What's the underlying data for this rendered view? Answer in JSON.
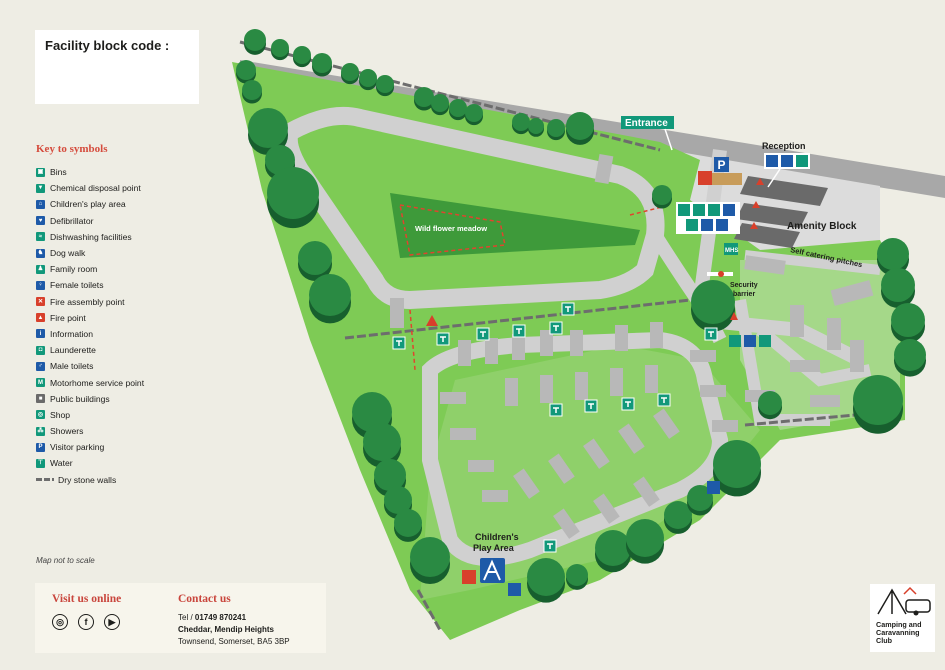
{
  "code_box": {
    "title": "Facility block code :"
  },
  "key": {
    "title": "Key to symbols",
    "items": [
      {
        "label": "Bins",
        "icon": "bin-icon",
        "glyph": "▣",
        "color": "g"
      },
      {
        "label": "Chemical disposal point",
        "icon": "chemical-disposal-icon",
        "glyph": "▼",
        "color": "g"
      },
      {
        "label": "Children's play area",
        "icon": "play-area-icon",
        "glyph": "⌂",
        "color": "b"
      },
      {
        "label": "Defibrillator",
        "icon": "defibrillator-icon",
        "glyph": "♥",
        "color": "b"
      },
      {
        "label": "Dishwashing facilities",
        "icon": "dishwashing-icon",
        "glyph": "≈",
        "color": "g"
      },
      {
        "label": "Dog walk",
        "icon": "dog-walk-icon",
        "glyph": "♞",
        "color": "b"
      },
      {
        "label": "Family room",
        "icon": "family-room-icon",
        "glyph": "♟",
        "color": "g"
      },
      {
        "label": "Female toilets",
        "icon": "female-toilet-icon",
        "glyph": "♀",
        "color": "b"
      },
      {
        "label": "Fire assembly point",
        "icon": "fire-assembly-icon",
        "glyph": "✕",
        "color": "r"
      },
      {
        "label": "Fire point",
        "icon": "fire-point-icon",
        "glyph": "▲",
        "color": "r"
      },
      {
        "label": "Information",
        "icon": "information-icon",
        "glyph": "i",
        "color": "b"
      },
      {
        "label": "Launderette",
        "icon": "launderette-icon",
        "glyph": "◘",
        "color": "g"
      },
      {
        "label": "Male toilets",
        "icon": "male-toilet-icon",
        "glyph": "♂",
        "color": "b"
      },
      {
        "label": "Motorhome service point",
        "icon": "motorhome-service-icon",
        "glyph": "M",
        "color": "g"
      },
      {
        "label": "Public buildings",
        "icon": "public-building-icon",
        "glyph": "■",
        "color": "gr"
      },
      {
        "label": "Shop",
        "icon": "shop-icon",
        "glyph": "◎",
        "color": "g"
      },
      {
        "label": "Showers",
        "icon": "shower-icon",
        "glyph": "⁂",
        "color": "g"
      },
      {
        "label": "Visitor parking",
        "icon": "parking-icon",
        "glyph": "P",
        "color": "b"
      },
      {
        "label": "Water",
        "icon": "water-tap-icon",
        "glyph": "⊤",
        "color": "g"
      },
      {
        "label": "Dry stone walls",
        "icon": "dry-stone-wall-icon",
        "glyph": "",
        "color": "wall"
      }
    ]
  },
  "scale_note": "Map not to scale",
  "social": {
    "title": "Visit us online",
    "icons": [
      "instagram-icon",
      "facebook-icon",
      "youtube-icon"
    ]
  },
  "contact": {
    "title": "Contact us",
    "tel_prefix": "Tel / ",
    "tel": "01749 870241",
    "line1": "Cheddar, Mendip Heights",
    "line2": "Townsend, Somerset, BA5 3BP"
  },
  "map": {
    "entrance": "Entrance",
    "reception": "Reception",
    "amenity_block": "Amenity Block",
    "self_catering": "Self catering pitches",
    "security_barrier_1": "Security",
    "security_barrier_2": "barrier",
    "wild_flower": "Wild flower meadow",
    "play_area_1": "Children's",
    "play_area_2": "Play Area",
    "motorhome_sign": "MHS",
    "parking_sign": "P"
  },
  "logo": {
    "line1": "Camping and",
    "line2": "Caravanning",
    "line3": "Club"
  },
  "colors": {
    "grass": "#7ecb55",
    "light_grass": "#a5d889",
    "road": "#d0d0d0",
    "main_road": "#a8a8a8",
    "tree": "#1e7a3a",
    "meadow": "#3e9a3a",
    "sign_green": "#11987a",
    "sign_blue": "#1e5aa8",
    "fire_red": "#d8402b",
    "accent_red": "#c9453c"
  }
}
